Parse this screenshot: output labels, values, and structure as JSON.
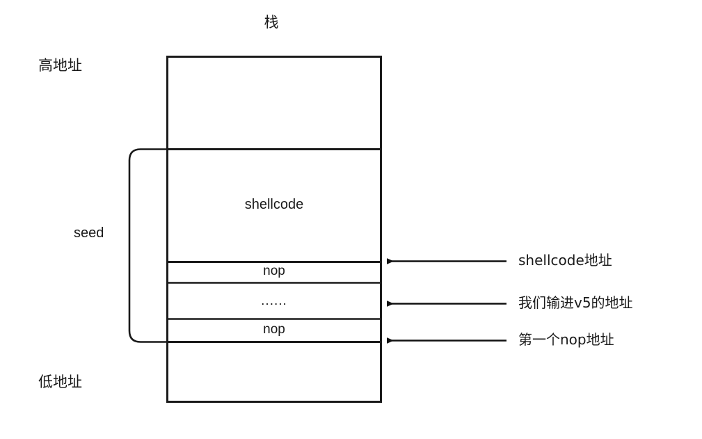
{
  "diagram": {
    "title": "栈",
    "background_color": "#ffffff",
    "stroke_color": "#1a1a1a",
    "axis_labels": {
      "high_address": "高地址",
      "low_address": "低地址"
    },
    "bracket": {
      "label": "seed",
      "spans_rows": [
        "shellcode",
        "nop",
        "......",
        "nop"
      ]
    },
    "stack_rows": [
      {
        "label": "",
        "name": "empty-top-region"
      },
      {
        "label": "shellcode",
        "name": "shellcode-region"
      },
      {
        "label": "nop",
        "name": "nop-upper-region"
      },
      {
        "label": "......",
        "name": "ellipsis-region"
      },
      {
        "label": "nop",
        "name": "nop-lower-region"
      },
      {
        "label": "",
        "name": "empty-bottom-region"
      }
    ],
    "annotations": [
      {
        "text": "shellcode地址",
        "points_to": "shellcode-region"
      },
      {
        "text": "我们输进v5的地址",
        "points_to": "ellipsis-region"
      },
      {
        "text": "第一个nop地址",
        "points_to": "nop-lower-region"
      }
    ]
  }
}
